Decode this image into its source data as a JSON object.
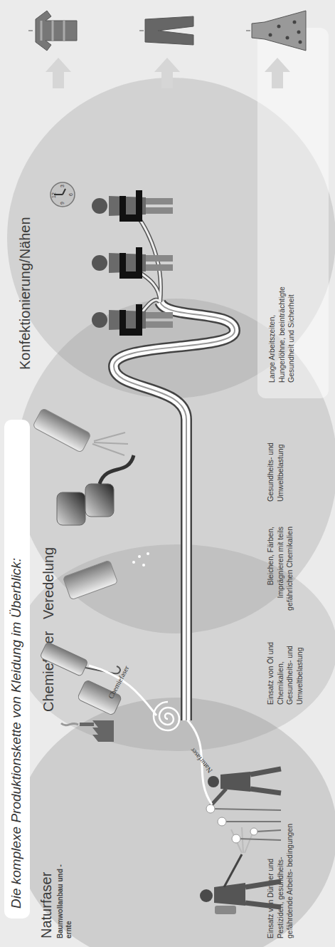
{
  "diagram": {
    "title": "Die komplexe Produktionskette von Kleidung im Überblick:",
    "nodes": [
      {
        "text": [
          "Naturfaser",
          "Baumwollanbau und -ernte",
          "Einsatz von Dünger und Pestiziden, gesundheits- gefährdende Arbeits- bedingungen"
        ]
      },
      {
        "text": [
          "Chemiefaser",
          "Einsatz von Öl und Chemikalien, Gesundheits- und Umweltbelastung"
        ]
      },
      {
        "text": [
          "Veredelung",
          "Bleichen, Färben, Imprägnieren mit teils gefährlichen Chemikalien",
          "Gesundheits- und Umweltbelastung"
        ]
      },
      {
        "text": [
          "Konfektionierung/Nähen"
        ]
      },
      {
        "text": [
          "Lange Arbeitszeiten, Hungerlöhne, beeinträchtigte Gesundheit und Sicherheit"
        ]
      }
    ],
    "labels": [
      "Chemiefaser",
      "Naturfaser",
      "12",
      "3",
      "6",
      "9"
    ]
  }
}
